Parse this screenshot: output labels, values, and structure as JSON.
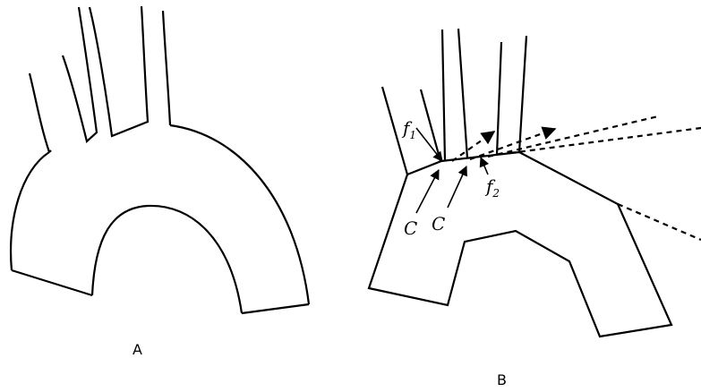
{
  "panels": {
    "a": {
      "label": "A"
    },
    "b": {
      "label": "B"
    }
  },
  "labels": {
    "f1": {
      "base": "f",
      "sub": "1"
    },
    "f2": {
      "base": "f",
      "sub": "2"
    },
    "c_left": "C",
    "c_right": "C"
  },
  "colors": {
    "stroke": "#000000",
    "background": "#ffffff"
  }
}
